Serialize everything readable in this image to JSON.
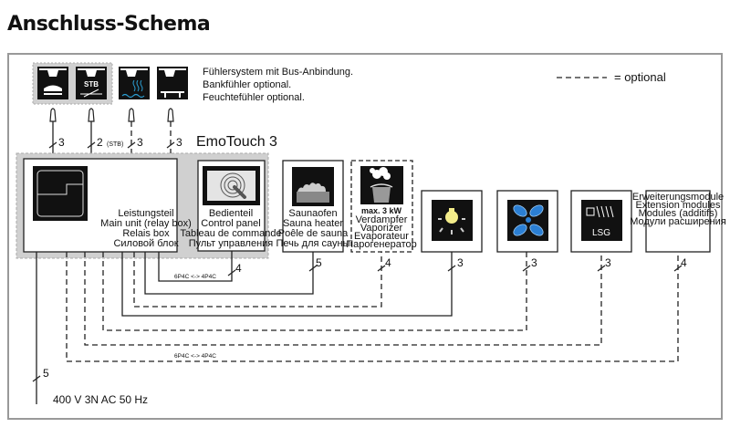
{
  "title": "Anschluss-Schema",
  "legend": {
    "dash_label": "= optional"
  },
  "sensor_note": [
    "Fühlersystem mit Bus-Anbindung.",
    "Bankfühler optional.",
    "Feuchtefühler optional."
  ],
  "sensors": [
    {
      "icon": "temperature-sensor-icon",
      "wires": "3",
      "optional": false
    },
    {
      "icon": "stb-sensor-icon",
      "label": "STB",
      "wires": "2",
      "wires_note": "(STB)",
      "optional": false
    },
    {
      "icon": "humidity-sensor-icon",
      "wires": "3",
      "optional": true
    },
    {
      "icon": "bench-sensor-icon",
      "wires": "3",
      "optional": true
    }
  ],
  "product": "EmoTouch 3",
  "main_unit": {
    "labels": [
      "Leistungsteil",
      "Main unit (relay box)",
      "Relais box",
      "Силовой блок"
    ]
  },
  "control_panel": {
    "labels": [
      "Bedienteil",
      "Control panel",
      "Tableau de commande",
      "Пульт управления"
    ],
    "wires": "4",
    "cable": "6P4C <-> 4P4C"
  },
  "devices": [
    {
      "id": "sauna-heater",
      "labels": [
        "Saunaofen",
        "Sauna heater",
        "Poêle de sauna",
        "Печь для сауны"
      ],
      "wires": "5",
      "optional": false
    },
    {
      "id": "vaporizer",
      "power": "max. 3 kW",
      "labels": [
        "Verdampfer",
        "Vaporizer",
        "Evaporateur",
        "Парогенератор"
      ],
      "wires": "4",
      "optional": true
    },
    {
      "id": "light",
      "wires": "3",
      "optional": false
    },
    {
      "id": "fan",
      "wires": "3",
      "optional": true
    },
    {
      "id": "lsg",
      "label": "LSG",
      "wires": "3",
      "optional": true
    },
    {
      "id": "extension",
      "labels": [
        "Erweiterungsmodule",
        "Extension modules",
        "Modules (additifs)",
        "Модули расширения"
      ],
      "wires": "4",
      "optional": true
    }
  ],
  "extension_cable": "6P4C <-> 4P4C",
  "power": {
    "wires": "5",
    "label": "400 V 3N AC 50 Hz"
  },
  "colors": {
    "icon_bg": "#111111",
    "group_bg": "#d0d0d0",
    "accent_blue": "#2b7fd4",
    "light_yellow": "#f3ec8a",
    "frame": "#999999"
  }
}
